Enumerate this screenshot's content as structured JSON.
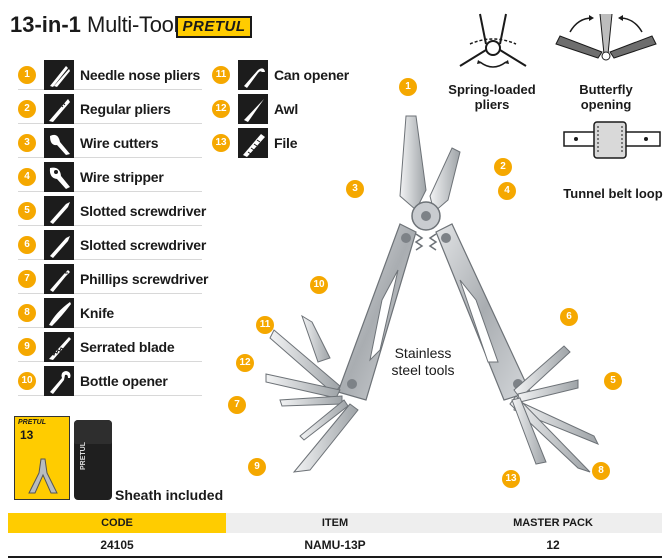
{
  "header": {
    "title_bold": "13-in-1",
    "title_rest": "Multi-Tool",
    "brand": "PRETUL"
  },
  "tools_left": [
    {
      "num": "1",
      "label": "Needle nose pliers",
      "icon": "needle-nose-pliers-icon"
    },
    {
      "num": "2",
      "label": "Regular pliers",
      "icon": "regular-pliers-icon"
    },
    {
      "num": "3",
      "label": "Wire cutters",
      "icon": "wire-cutters-icon"
    },
    {
      "num": "4",
      "label": "Wire stripper",
      "icon": "wire-stripper-icon"
    },
    {
      "num": "5",
      "label": "Slotted screwdriver",
      "icon": "slotted-screwdriver-icon"
    },
    {
      "num": "6",
      "label": "Slotted screwdriver",
      "icon": "slotted-screwdriver-icon"
    },
    {
      "num": "7",
      "label": "Phillips screwdriver",
      "icon": "phillips-screwdriver-icon"
    },
    {
      "num": "8",
      "label": "Knife",
      "icon": "knife-icon"
    },
    {
      "num": "9",
      "label": "Serrated blade",
      "icon": "serrated-blade-icon"
    },
    {
      "num": "10",
      "label": "Bottle opener",
      "icon": "bottle-opener-icon"
    }
  ],
  "tools_right": [
    {
      "num": "11",
      "label": "Can opener",
      "icon": "can-opener-icon"
    },
    {
      "num": "12",
      "label": "Awl",
      "icon": "awl-icon"
    },
    {
      "num": "13",
      "label": "File",
      "icon": "file-icon"
    }
  ],
  "features": {
    "spring": "Spring-loaded pliers",
    "butterfly": "Butterfly opening",
    "tunnel": "Tunnel belt loop"
  },
  "diagram": {
    "stainless": "Stainless steel tools",
    "callouts": [
      "1",
      "2",
      "3",
      "4",
      "5",
      "6",
      "7",
      "8",
      "9",
      "10",
      "11",
      "12",
      "13"
    ]
  },
  "sheath": "Sheath included",
  "package": {
    "brand": "PRETUL",
    "count": "13"
  },
  "specs": {
    "code_label": "CODE",
    "item_label": "ITEM",
    "pack_label": "MASTER PACK",
    "code": "24105",
    "item": "NAMU-13P",
    "pack": "12"
  },
  "colors": {
    "accent": "#f5a800",
    "brand_yellow": "#ffcc00",
    "steel": "#b8bcc0",
    "dark": "#1a1a1a"
  }
}
